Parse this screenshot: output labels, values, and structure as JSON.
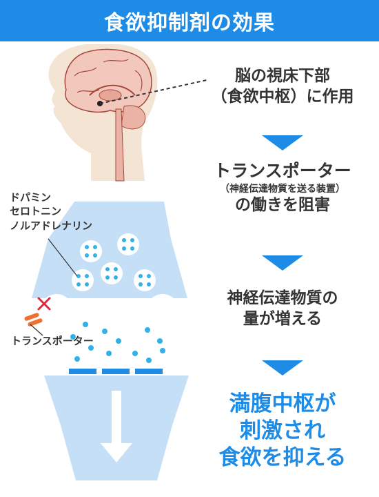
{
  "title": "食欲抑制剤の効果",
  "steps": {
    "s1_line1": "脳の視床下部",
    "s1_line2": "（食欲中枢）に作用",
    "s2_line1": "トランスポーター",
    "s2_line2": "（神経伝達物質を送る装置）",
    "s2_line3": "の働きを阻害",
    "s3_line1": "神経伝達物質の",
    "s3_line2": "量が増える",
    "s4_line1": "満腹中枢が",
    "s4_line2": "刺激され",
    "s4_line3": "食欲を抑える"
  },
  "labels": {
    "neurotransmitters": [
      "ドパミン",
      "セロトニン",
      "ノルアドレナリン"
    ],
    "transporter": "トランスポーター"
  },
  "colors": {
    "accent": "#1e8ce6",
    "neuron": "#c5dff7",
    "dot": "#32b0e8",
    "transporter": "#f06e32",
    "cross": "#e0283c",
    "skin": "#f3e4d4",
    "brain": "#f2c8bc"
  }
}
